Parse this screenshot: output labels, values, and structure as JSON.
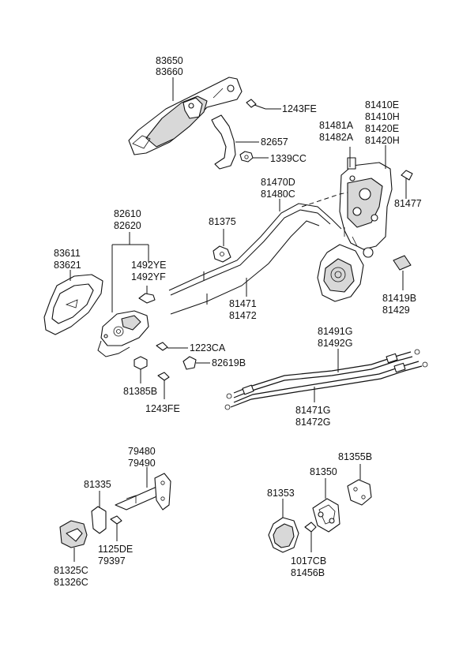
{
  "labels": {
    "outside_handle": [
      "83650",
      "83660"
    ],
    "bolt_1243fe_top": "1243FE",
    "latch_assy": [
      "81410E",
      "81410H",
      "81420E",
      "81420H"
    ],
    "actuator": [
      "81481A",
      "81482A"
    ],
    "bracket": "82657",
    "nut": "1339CC",
    "rod_upper": [
      "81470D",
      "81480C"
    ],
    "screw_81477": "81477",
    "cover_83611": [
      "83611",
      "83621"
    ],
    "inside_handle": [
      "82610",
      "82620"
    ],
    "clip_81375": "81375",
    "clip_1492": [
      "1492YE",
      "1492YF"
    ],
    "rod_lower": [
      "81471",
      "81472"
    ],
    "pad": [
      "81419B",
      "81429"
    ],
    "screw_1223ca": "1223CA",
    "cap_82619b": "82619B",
    "grommet_81385b": "81385B",
    "screw_1243fe_bottom": "1243FE",
    "cable_upper": [
      "81491G",
      "81492G"
    ],
    "cable_lower": [
      "81471G",
      "81472G"
    ],
    "checker": [
      "79480",
      "79490"
    ],
    "bumper_81335": "81335",
    "bolt_1125de": [
      "1125DE",
      "79397"
    ],
    "stopper_81325c": [
      "81325C",
      "81326C"
    ],
    "ring_81353": "81353",
    "striker_81350": "81350",
    "shim_81355b": "81355B",
    "screw_1017cb": [
      "1017CB",
      "81456B"
    ]
  }
}
